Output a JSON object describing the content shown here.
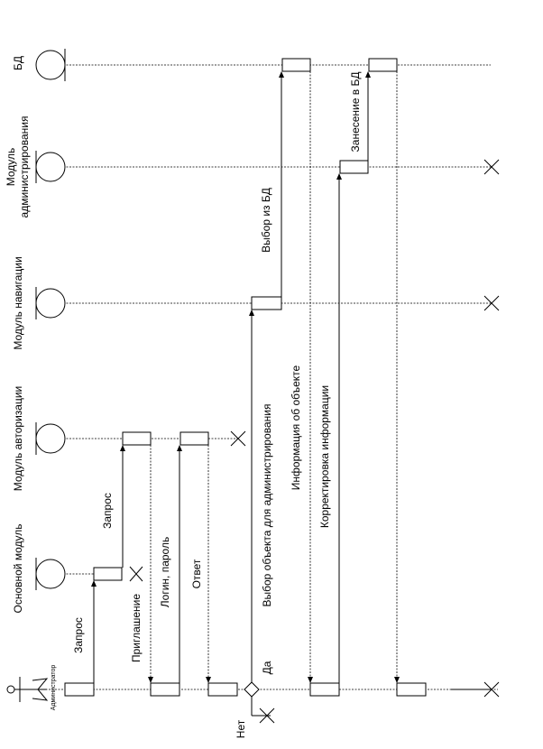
{
  "participants": {
    "actor": "Администратор",
    "main_module": "Основной модуль",
    "auth_module": "Модуль авторизации",
    "nav_module": "Модуль навигации",
    "admin_module_line1": "Модуль",
    "admin_module_line2": "администрирования",
    "db": "БД"
  },
  "messages": {
    "request_1": "Запрос",
    "request_2": "Запрос",
    "invitation": "Приглашение",
    "login_password": "Логин, пароль",
    "answer": "Ответ",
    "select_object": "Выбор объекта для администрирования",
    "object_info": "Информация об объекте",
    "select_from_db": "Выбор из БД",
    "correct_info": "Корректировка информации",
    "write_to_db": "Занесение в БД"
  },
  "guards": {
    "yes": "Да",
    "no": "Нет"
  }
}
